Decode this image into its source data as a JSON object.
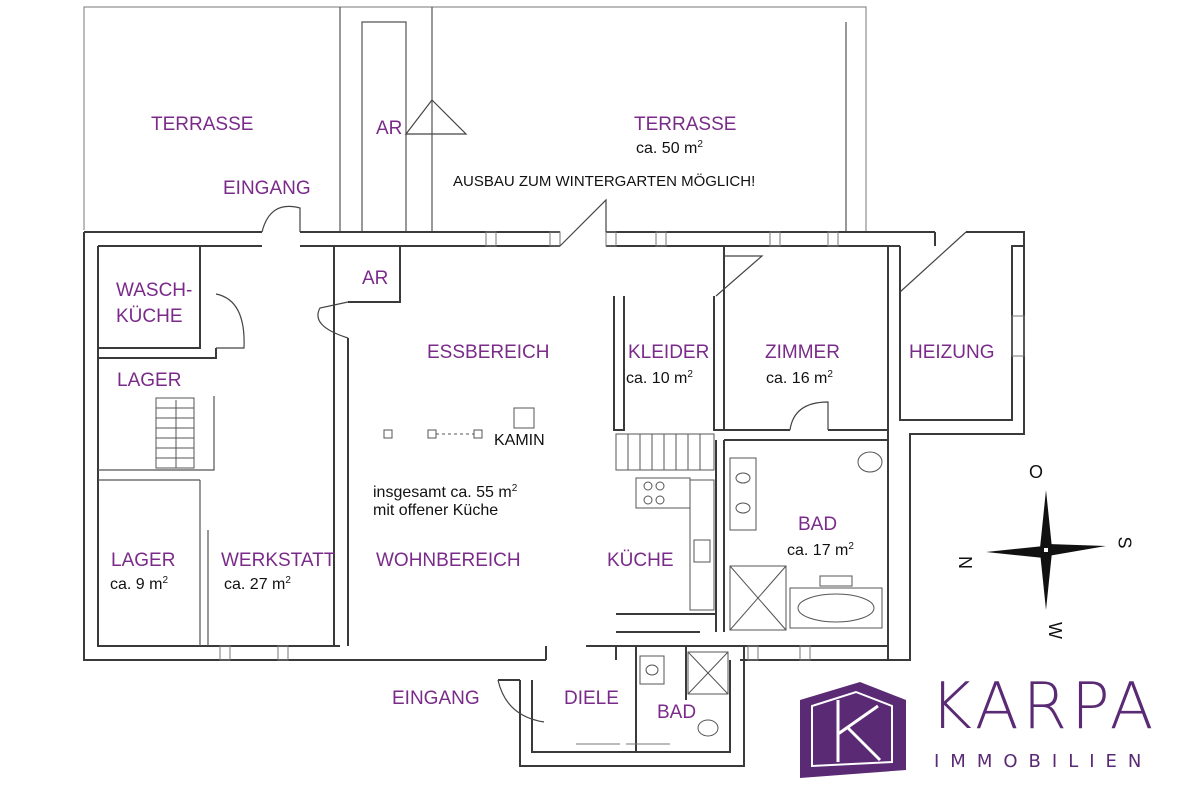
{
  "rooms": {
    "terrasse_left": "TERRASSE",
    "ar_top": "AR",
    "terrasse_right": "TERRASSE",
    "terrasse_right_area": "ca. 50 m",
    "wintergarten_note": "AUSBAU ZUM WINTERGARTEN MÖGLICH!",
    "eingang_top": "EINGANG",
    "ar_small": "AR",
    "waschkueche_1": "WASCH-",
    "waschkueche_2": "KÜCHE",
    "lager_top": "LAGER",
    "essbereich": "ESSBEREICH",
    "kleider": "KLEIDER",
    "kleider_area": "ca. 10 m",
    "zimmer": "ZIMMER",
    "zimmer_area": "ca. 16 m",
    "heizung": "HEIZUNG",
    "kamin": "KAMIN",
    "insgesamt_1": "insgesamt ca. 55 m",
    "insgesamt_2": "mit offener Küche",
    "bad_big": "BAD",
    "bad_big_area": "ca. 17 m",
    "lager_bottom": "LAGER",
    "lager_bottom_area": "ca. 9 m",
    "werkstatt": "WERKSTATT",
    "werkstatt_area": "ca. 27 m",
    "wohnbereich": "WOHNBEREICH",
    "kueche": "KÜCHE",
    "eingang_bottom": "EINGANG",
    "diele": "DIELE",
    "bad_small": "BAD",
    "sup2": "2"
  },
  "compass": {
    "north": "N",
    "south": "S",
    "east": "O",
    "west": "W"
  },
  "logo": {
    "name": "KARPA",
    "subtitle": "IMMOBILIEN",
    "color": "#5b2a74"
  }
}
